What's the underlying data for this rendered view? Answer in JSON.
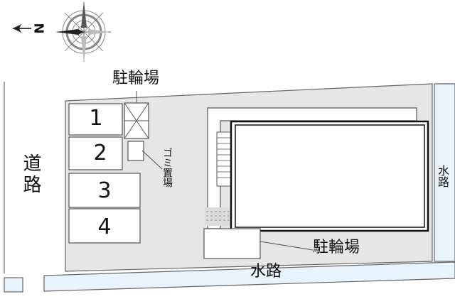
{
  "compass": {
    "north_letter": "N",
    "icon": "compass-rose-icon"
  },
  "labels": {
    "road": "道路",
    "waterway_bottom": "水路",
    "waterway_right": "水路",
    "bicycle_parking_top": "駐輪場",
    "bicycle_parking_bottom": "駐輪場",
    "garbage_area": "ゴミ置場"
  },
  "parking_spaces": [
    "1",
    "2",
    "3",
    "4"
  ],
  "colors": {
    "site_fill": "#e6e6e6",
    "water_fill": "#e9f3fb",
    "line": "#555555",
    "building_outline": "#111111"
  }
}
